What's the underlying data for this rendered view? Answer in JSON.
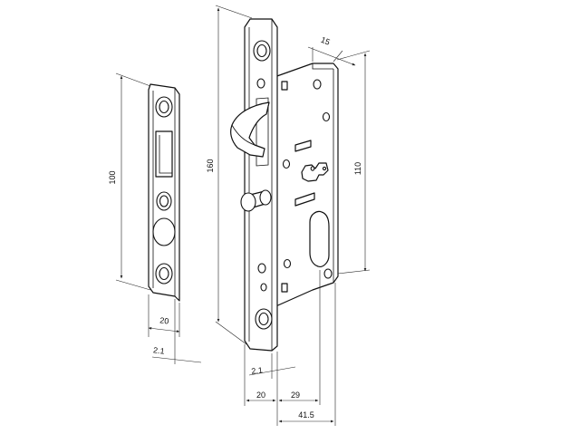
{
  "dimensions": {
    "strike_height": "100",
    "strike_width": "20",
    "strike_thickness": "2.1",
    "faceplate_height": "160",
    "body_height": "110",
    "body_depth": "15",
    "faceplate_thickness": "2.1",
    "faceplate_width": "20",
    "backset": "29",
    "overall_depth": "41.5"
  }
}
